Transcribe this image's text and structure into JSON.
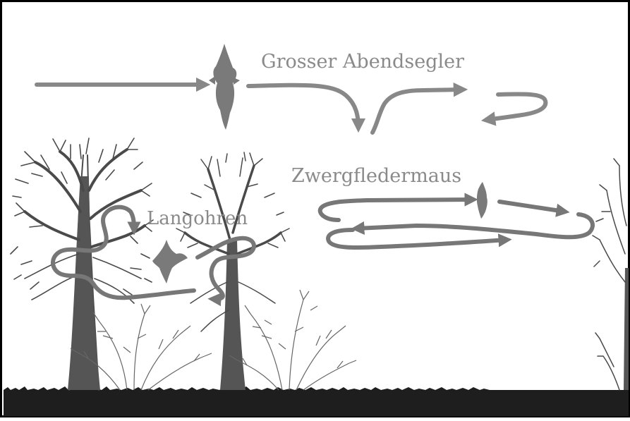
{
  "labels": {
    "abendsegler": "Grosser Abendsegler",
    "zwergfledermaus": "Zwergfledermaus",
    "langohren": "Langohren"
  },
  "icons": {
    "bat": "bat-silhouette-icon",
    "tree": "bare-tree-icon",
    "bush": "bare-bush-icon",
    "arrow": "flight-path-arrow"
  },
  "colors": {
    "arrow": "#888888",
    "label": "#8a8a8a",
    "tree": "#4a4a4a",
    "ground": "#1e1e1e",
    "border": "#000000"
  }
}
